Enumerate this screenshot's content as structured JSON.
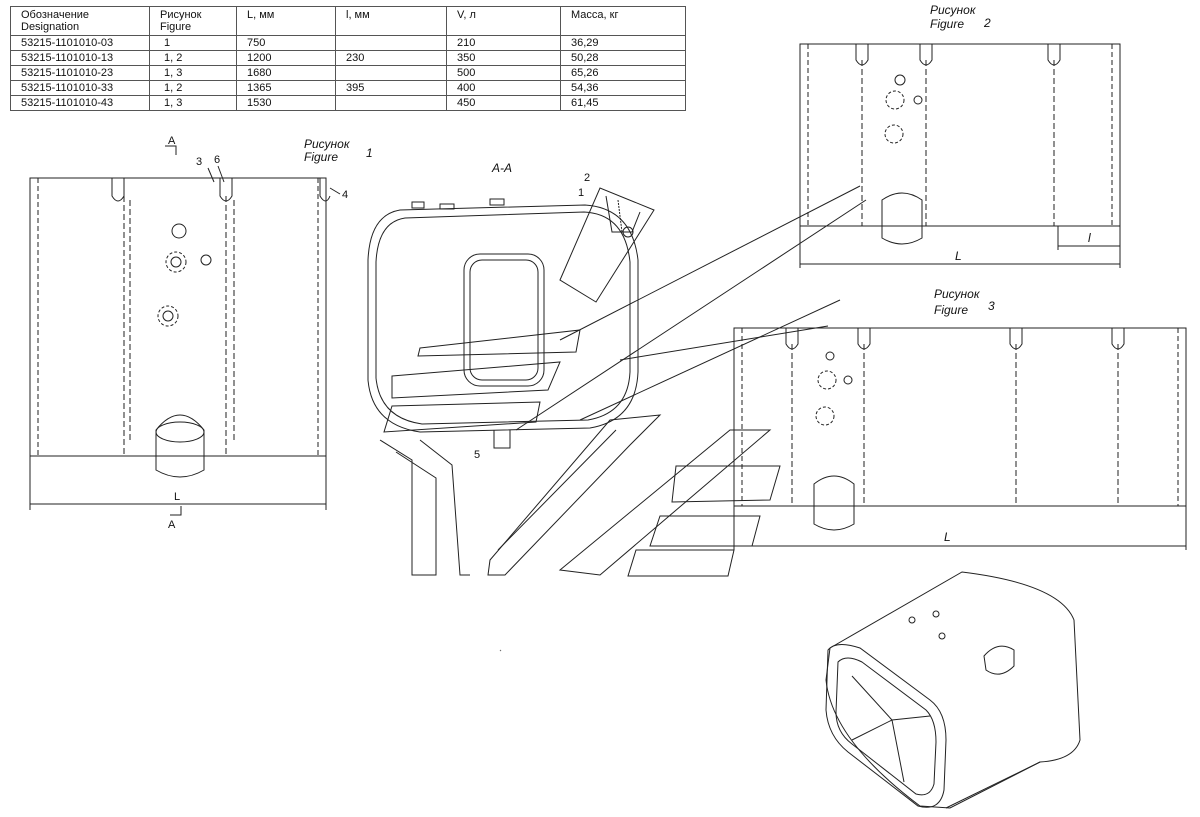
{
  "table": {
    "headers": [
      {
        "ru": "Обозначение",
        "en": "Designation"
      },
      {
        "ru": "Рисунок",
        "en": "Figure"
      },
      {
        "ru": "L, мм",
        "en": ""
      },
      {
        "ru": "l, мм",
        "en": ""
      },
      {
        "ru": "V, л",
        "en": ""
      },
      {
        "ru": "Масса, кг",
        "en": ""
      }
    ],
    "rows": [
      [
        "53215-1101010-03",
        "1",
        "750",
        "",
        "210",
        "36,29"
      ],
      [
        "53215-1101010-13",
        "1, 2",
        "1200",
        "230",
        "350",
        "50,28"
      ],
      [
        "53215-1101010-23",
        "1, 3",
        "1680",
        "",
        "500",
        "65,26"
      ],
      [
        "53215-1101010-33",
        "1, 2",
        "1365",
        "395",
        "400",
        "54,36"
      ],
      [
        "53215-1101010-43",
        "1, 3",
        "1530",
        "",
        "450",
        "61,45"
      ]
    ]
  },
  "figures": {
    "fig1": {
      "ru": "Рисунок",
      "en": "Figure",
      "num": "1"
    },
    "fig2": {
      "ru": "Рисунок",
      "en": "Figure",
      "num": "2"
    },
    "fig3": {
      "ru": "Рисунок",
      "en": "Figure",
      "num": "3"
    }
  },
  "section_label": "A-A",
  "section_marks": {
    "top": "A",
    "bottom": "A"
  },
  "dims": {
    "L1": "L",
    "L2": "L",
    "l2": "l",
    "L3": "L"
  },
  "callouts": {
    "c1": "1",
    "c2": "2",
    "c3": "3",
    "c4": "4",
    "c5": "5",
    "c6": "6"
  },
  "colors": {
    "line": "#222222",
    "background": "#ffffff"
  }
}
